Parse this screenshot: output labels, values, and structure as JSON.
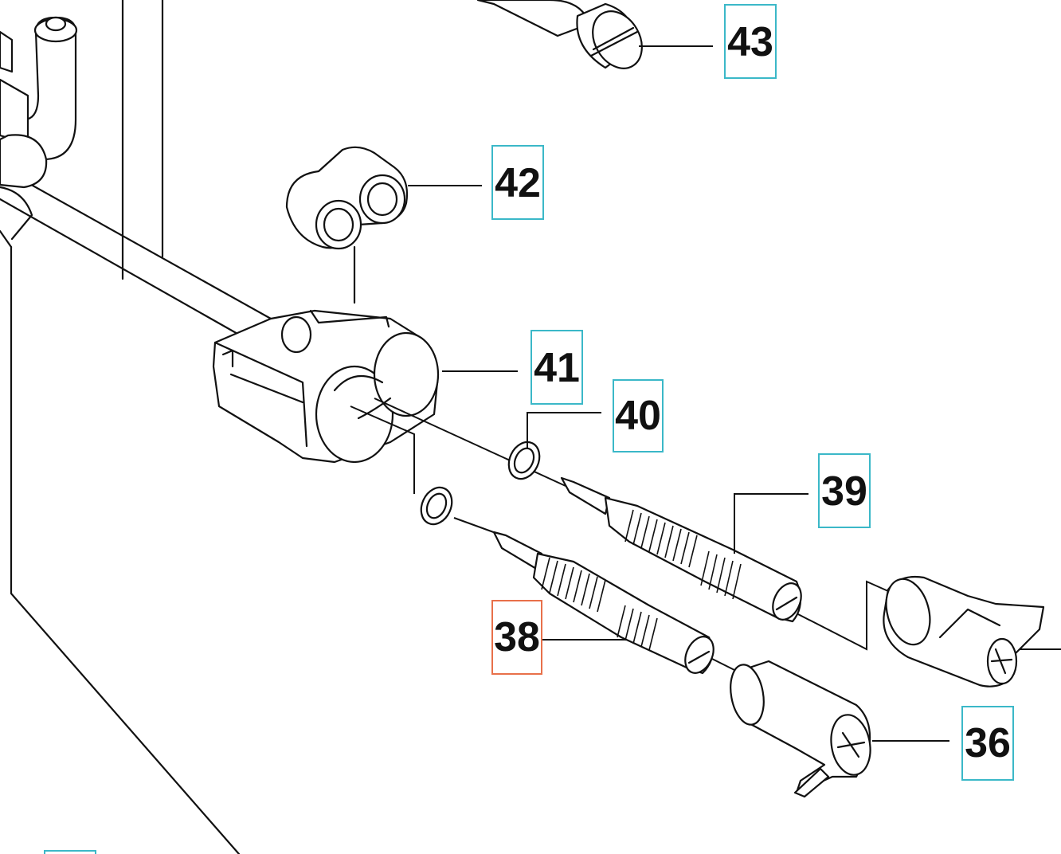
{
  "callouts": [
    {
      "id": "43",
      "label": "43",
      "highlight": false
    },
    {
      "id": "42",
      "label": "42",
      "highlight": false
    },
    {
      "id": "41",
      "label": "41",
      "highlight": false
    },
    {
      "id": "40",
      "label": "40",
      "highlight": false
    },
    {
      "id": "39",
      "label": "39",
      "highlight": false
    },
    {
      "id": "38",
      "label": "38",
      "highlight": true
    },
    {
      "id": "36",
      "label": "36",
      "highlight": false
    }
  ],
  "colors": {
    "callout_border": "#3bb8c8",
    "callout_highlight_border": "#e8704a",
    "line": "#111111",
    "background": "#ffffff"
  }
}
